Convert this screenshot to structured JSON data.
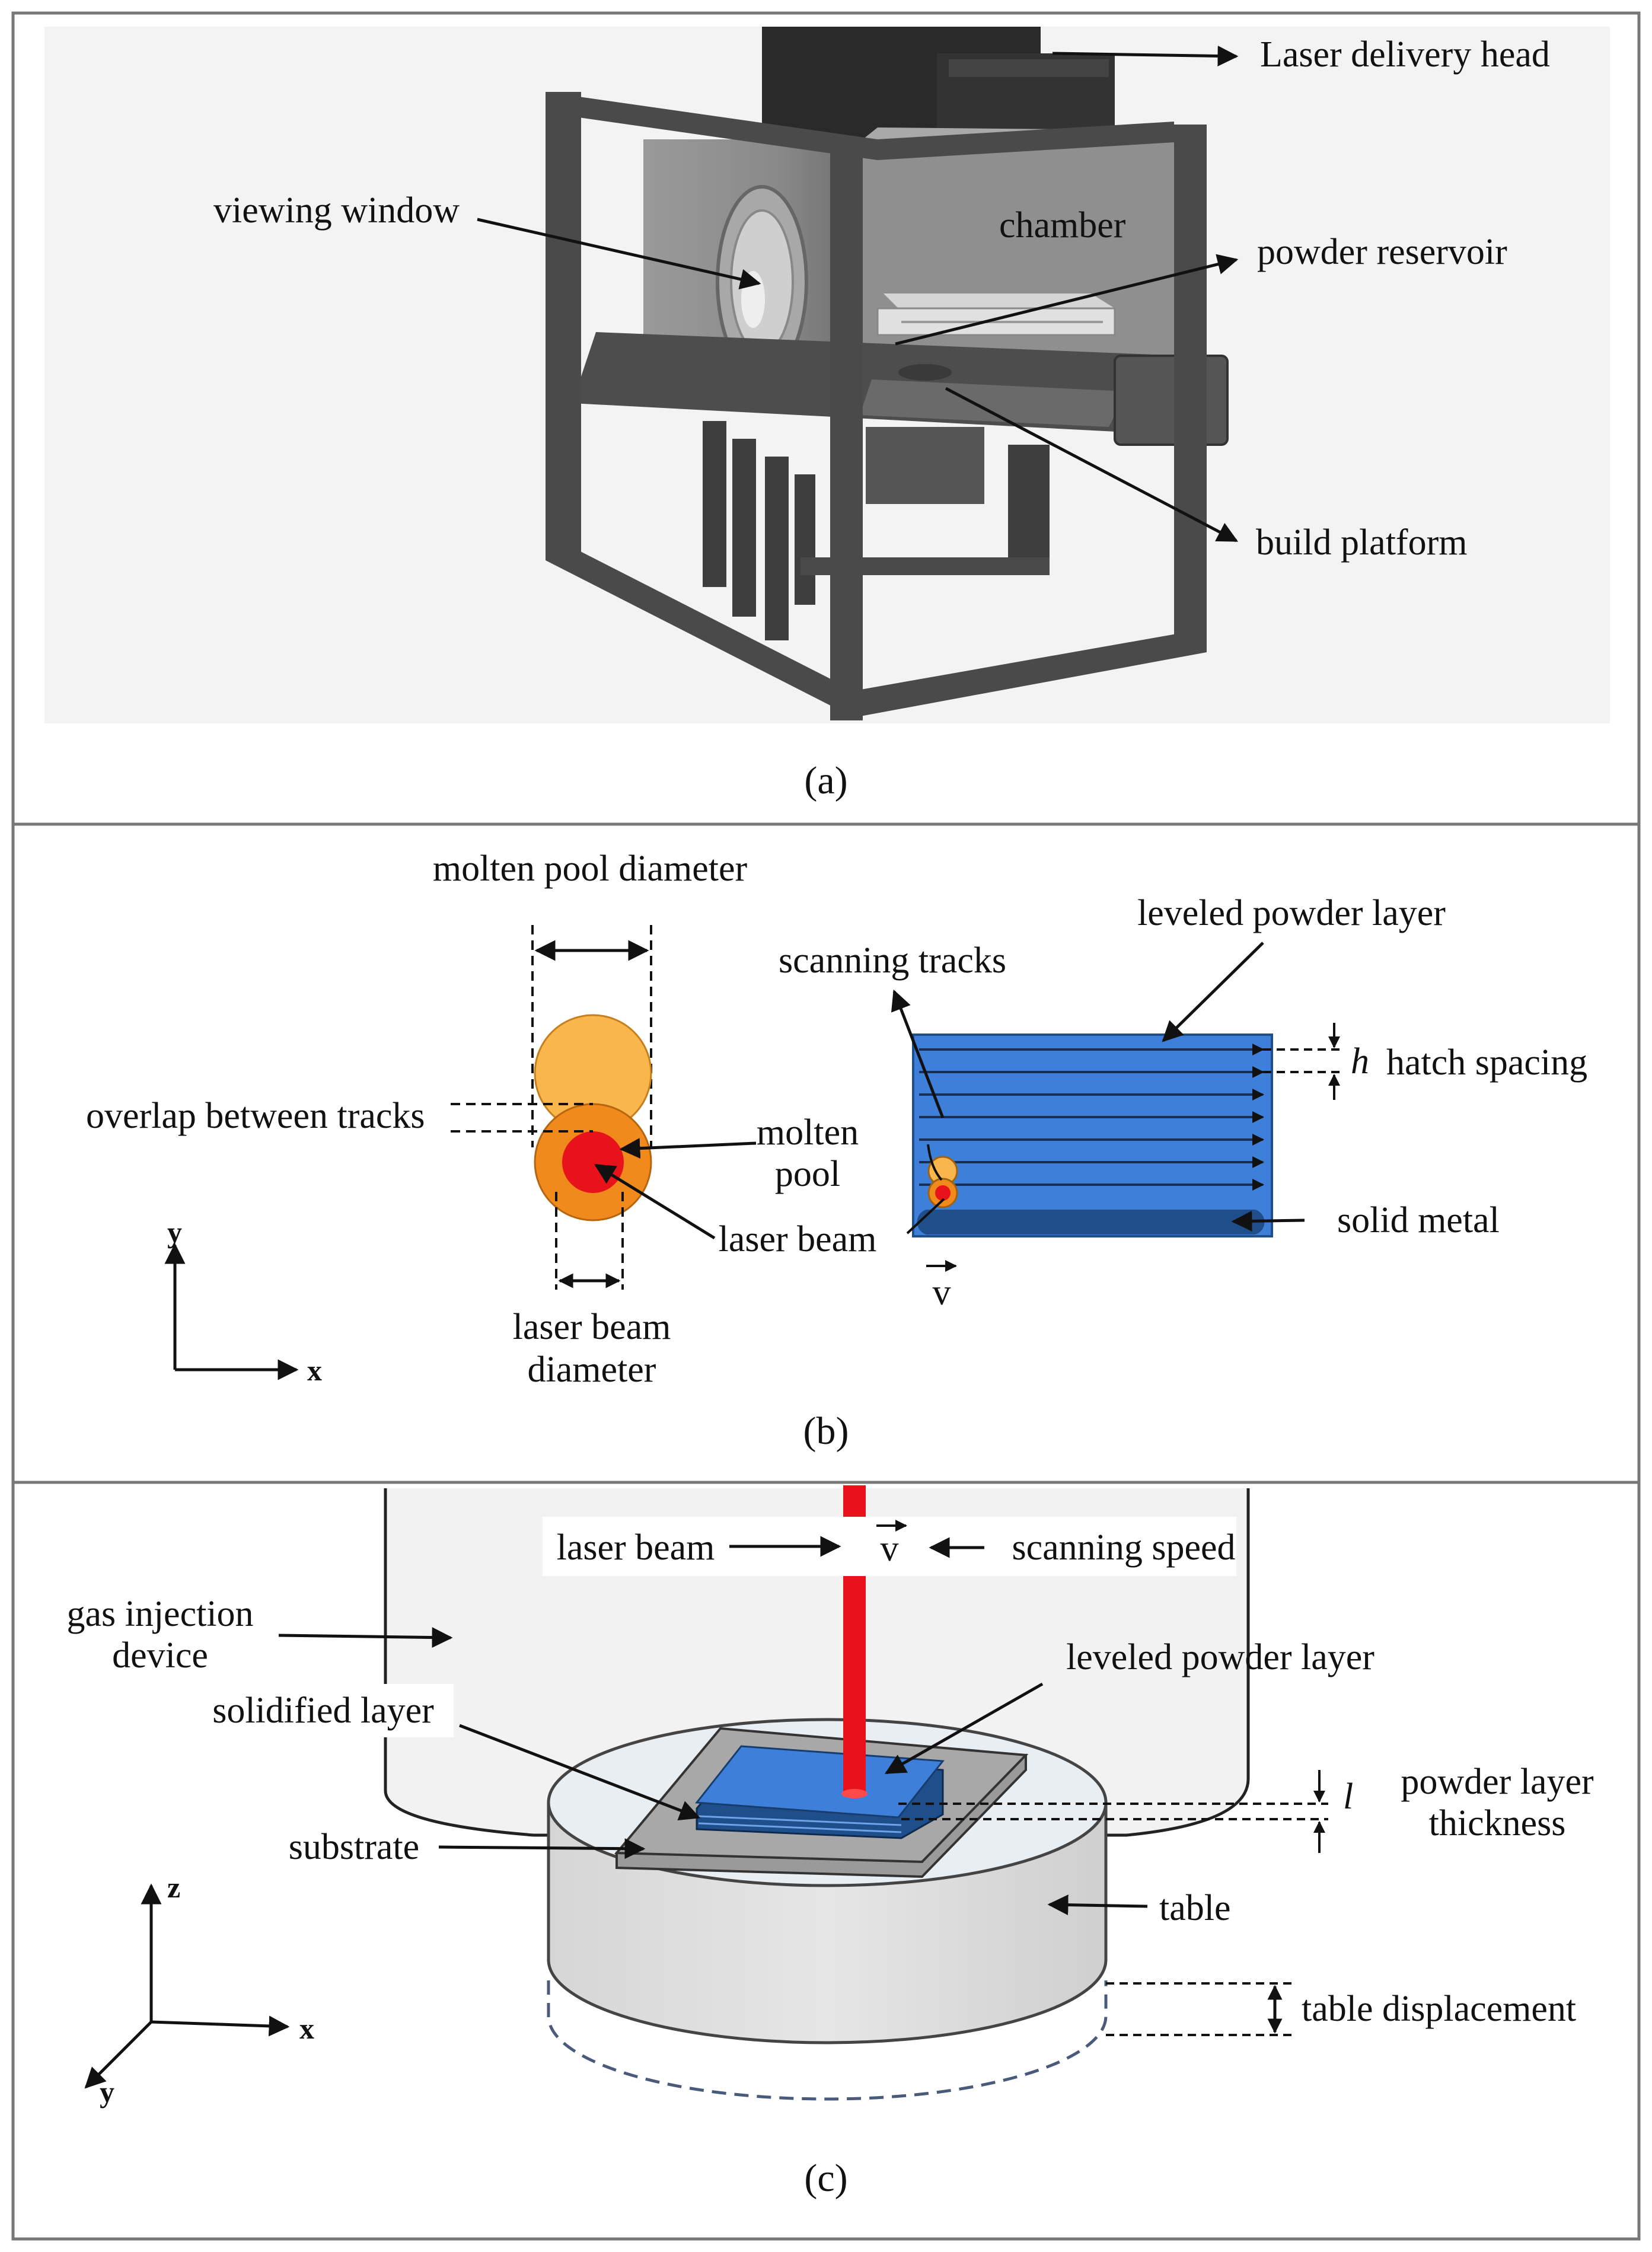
{
  "panel_a": {
    "caption": "(a)",
    "labels": {
      "laser_delivery_head": "Laser delivery head",
      "viewing_window": "viewing window",
      "chamber": "chamber",
      "powder_reservoir": "powder reservoir",
      "build_platform": "build platform"
    }
  },
  "panel_b": {
    "caption": "(b)",
    "labels": {
      "molten_pool_diameter": "molten pool diameter",
      "overlap_between_tracks": "overlap between tracks",
      "molten_line1": "molten",
      "molten_line2": "pool",
      "laser_beam_left": "laser beam",
      "laser_beam_diameter_line1": "laser beam",
      "laser_beam_diameter_line2": "diameter",
      "scanning_tracks": "scanning tracks",
      "leveled_powder_layer": "leveled powder layer",
      "h_symbol": "h",
      "hatch_spacing": "hatch spacing",
      "solid_metal": "solid metal",
      "v_symbol": "v",
      "axis_x": "x",
      "axis_y": "y"
    }
  },
  "panel_c": {
    "caption": "(c)",
    "labels": {
      "laser_beam": "laser beam",
      "v_symbol": "v",
      "scanning_speed": "scanning speed",
      "gas_injection_line1": "gas injection",
      "gas_injection_line2": "device",
      "leveled_powder_layer": "leveled powder layer",
      "solidified_layer": "solidified layer",
      "l_symbol": "l",
      "powder_layer_thickness_line1": "powder layer",
      "powder_layer_thickness_line2": "thickness",
      "substrate": "substrate",
      "table": "table",
      "table_displacement": "table displacement",
      "axis_x": "x",
      "axis_y": "y",
      "axis_z": "z"
    }
  },
  "colors": {
    "powder_blue": "#3d7fd9",
    "powder_dark": "#1f4f8a",
    "laser_red": "#e8121b",
    "molten_orange": "#f4a23a",
    "pool_orange": "#f08a1c",
    "frame_gray": "#4a4a4a"
  }
}
